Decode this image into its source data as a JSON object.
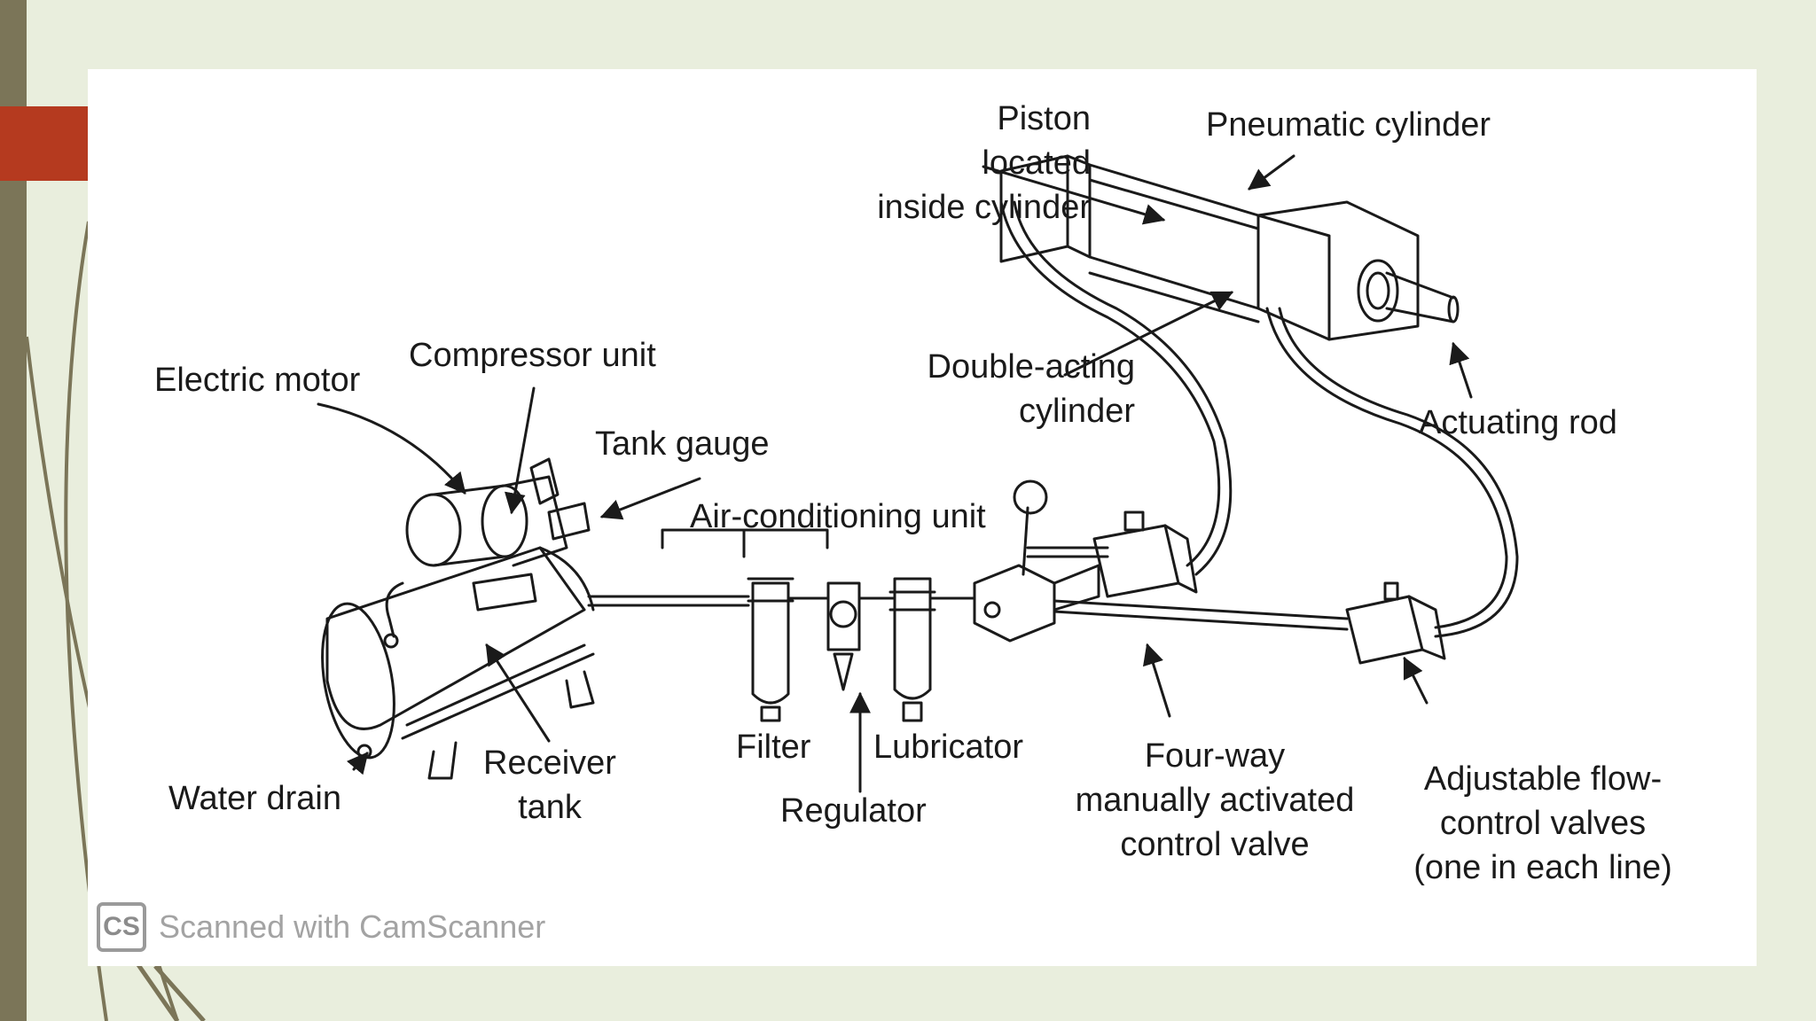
{
  "colors": {
    "page_bg": "#e9eedd",
    "left_bar": "#7b7558",
    "red_tab": "#b53a1f",
    "panel": "#ffffff",
    "ink": "#1a1a1a"
  },
  "labels": {
    "electric_motor": "Electric motor",
    "compressor_unit": "Compressor unit",
    "tank_gauge": "Tank gauge",
    "air_conditioning_unit": "Air-conditioning unit",
    "piston": [
      "Piston",
      "located",
      "inside cylinder"
    ],
    "pneumatic_cylinder": "Pneumatic cylinder",
    "double_acting": [
      "Double-acting",
      "cylinder"
    ],
    "actuating_rod": "Actuating rod",
    "water_drain": "Water drain",
    "receiver_tank": [
      "Receiver",
      "tank"
    ],
    "filter": "Filter",
    "lubricator": "Lubricator",
    "regulator": "Regulator",
    "four_way": [
      "Four-way",
      "manually activated",
      "control valve"
    ],
    "flow_control": [
      "Adjustable flow-",
      "control valves",
      "(one in each line)"
    ]
  },
  "watermark": {
    "logo": "CS",
    "text": "Scanned with CamScanner"
  },
  "icons": {
    "logo": "camscanner-logo-icon"
  }
}
